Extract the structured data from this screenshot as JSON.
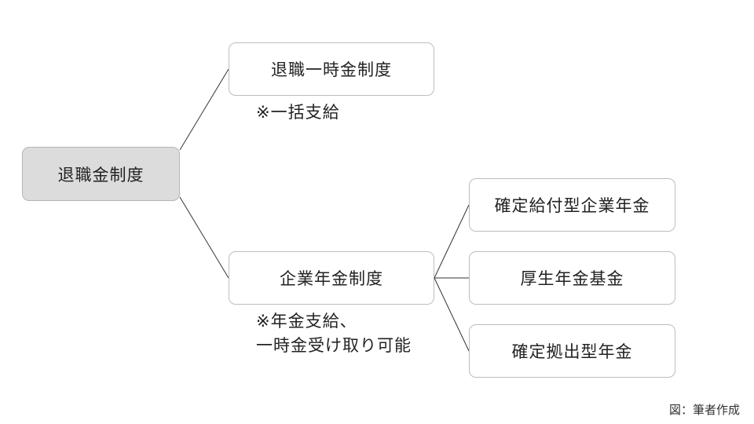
{
  "root": {
    "label": "退職金制度"
  },
  "branches": {
    "lump_sum": {
      "label": "退職一時金制度",
      "note": "※一括支給"
    },
    "pension": {
      "label": "企業年金制度",
      "note_line1": "※年金支給、",
      "note_line2": "一時金受け取り可能",
      "children": [
        {
          "label": "確定給付型企業年金"
        },
        {
          "label": "厚生年金基金"
        },
        {
          "label": "確定拠出型年金"
        }
      ]
    }
  },
  "credit": "図：筆者作成"
}
